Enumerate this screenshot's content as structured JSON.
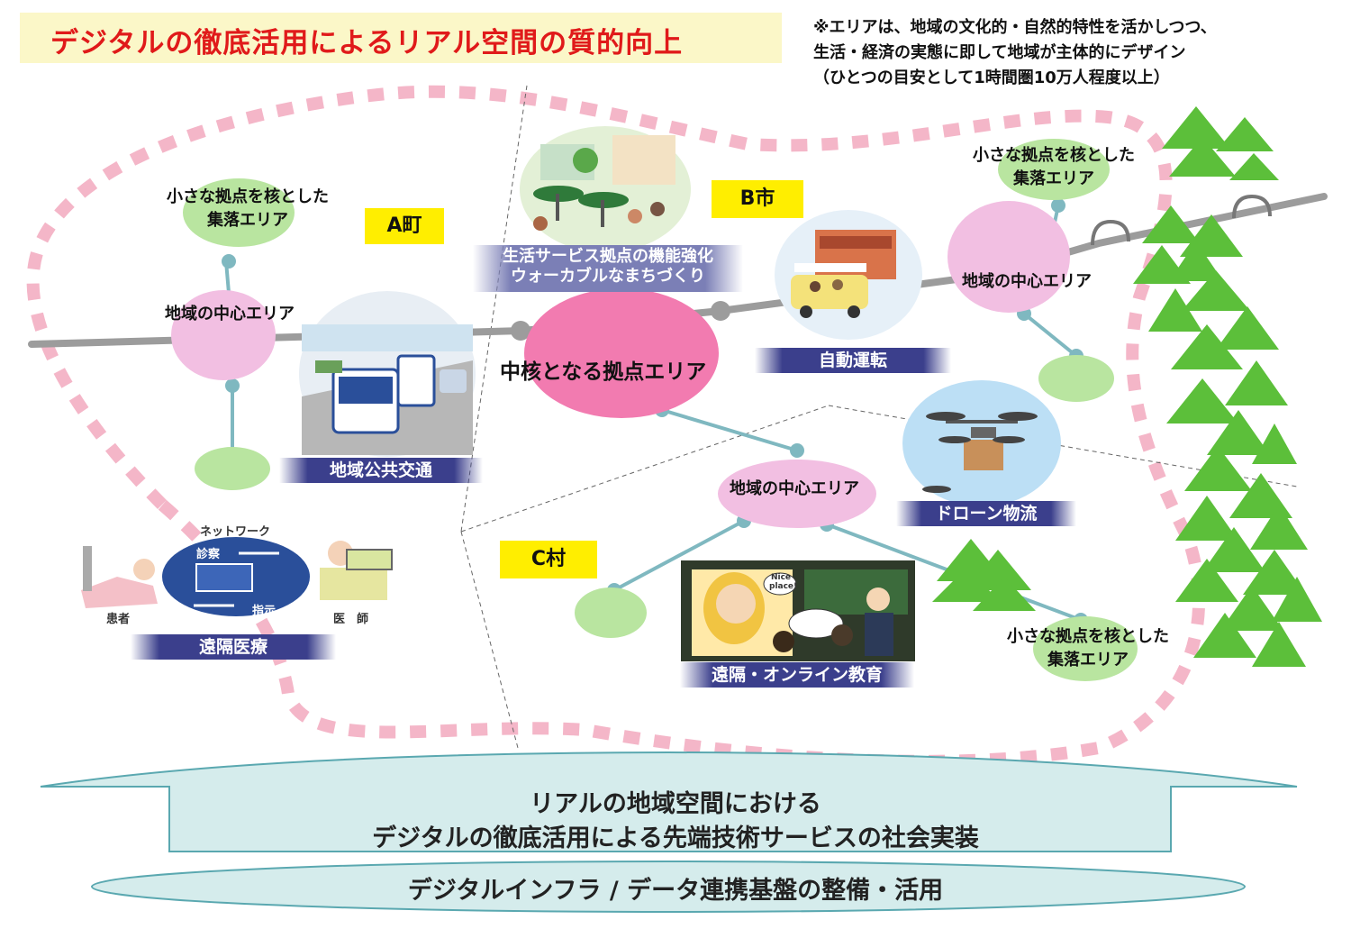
{
  "title": "デジタルの徹底活用によるリアル空間の質的向上",
  "note": {
    "line1": "※エリアは、地域の文化的・自然的特性を活かしつつ、",
    "line2": "生活・経済の実態に即して地域が主体的にデザイン",
    "line3": "（ひとつの目安として1時間圏10万人程度以上）"
  },
  "municipalities": {
    "a": "A町",
    "b": "B市",
    "c": "C村"
  },
  "areas": {
    "village_a_line1": "小さな拠点を核とした",
    "village_a_line2": "集落エリア",
    "village_b_line1": "小さな拠点を核とした",
    "village_b_line2": "集落エリア",
    "village_c_line1": "小さな拠点を核とした",
    "village_c_line2": "集落エリア",
    "center_a": "地域の中心エリア",
    "center_b": "地域の中心エリア",
    "center_c": "地域の中心エリア",
    "core": "中核となる拠点エリア"
  },
  "services": {
    "life_line1": "生活サービス拠点の機能強化",
    "life_line2": "ウォーカブルなまちづくり",
    "transport": "地域公共交通",
    "autonomous": "自動運転",
    "drone": "ドローン物流",
    "medical": "遠隔医療",
    "education": "遠隔・オンライン教育"
  },
  "medical_illustration": {
    "network": "ネットワーク",
    "exam": "診察",
    "instruction": "指示",
    "patient": "患者",
    "doctor": "医　師"
  },
  "education_illustration": {
    "bubble": "Nice place!"
  },
  "foundation": {
    "line1": "リアルの地域空間における",
    "line2": "デジタルの徹底活用による先端技術サービスの社会実装",
    "base": "デジタルインフラ / データ連携基盤の整備・活用"
  },
  "colors": {
    "title_red": "#e01a1a",
    "title_bg": "#fbf7c8",
    "dotted_boundary": "#f4b6c8",
    "core_pink": "#f27bb0",
    "center_pink": "#f2bfe2",
    "village_green": "#b9e5a0",
    "tree_green": "#5cbf3a",
    "banner_navy": "#3b3f8c",
    "foundation_fill": "#d5ecec",
    "connector": "#7fb8c0",
    "yellow_label": "#ffee00"
  }
}
